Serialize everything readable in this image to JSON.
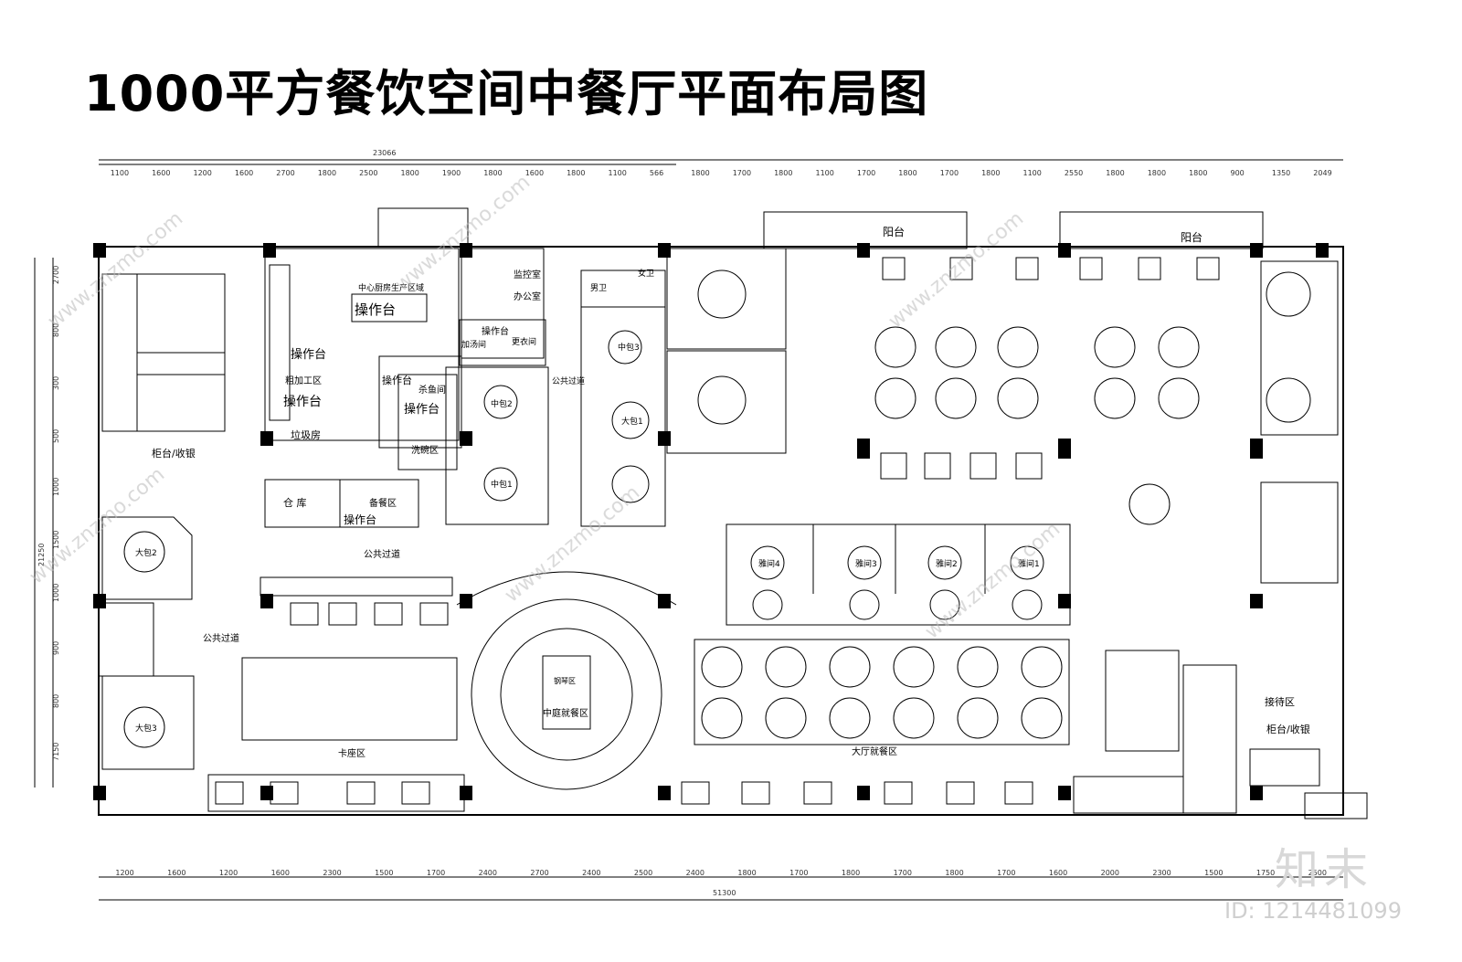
{
  "title": "1000平方餐饮空间中餐厅平面布局图",
  "dimensions": {
    "top_total": "23066",
    "top": [
      "1100",
      "1600",
      "1200",
      "1600",
      "2700",
      "1800",
      "2500",
      "1800",
      "1900",
      "1800",
      "1600",
      "1800",
      "1100",
      "566",
      "1800",
      "1700",
      "1800",
      "1100",
      "1700",
      "1800",
      "1700",
      "1800",
      "1100",
      "2550",
      "1800",
      "1800",
      "1800",
      "900",
      "1350",
      "2049"
    ],
    "left": [
      "2700",
      "800",
      "300",
      "500",
      "1000",
      "1500",
      "1000",
      "900",
      "800",
      "7150"
    ],
    "left_total": "21250",
    "bottom": [
      "1200",
      "1600",
      "1200",
      "1600",
      "2300",
      "1500",
      "1700",
      "2400",
      "2700",
      "2400",
      "2500",
      "2400",
      "1800",
      "1700",
      "1800",
      "1700",
      "1800",
      "1700",
      "1600",
      "2000",
      "2300",
      "1500",
      "1750",
      "2500"
    ],
    "bottom_total": "51300"
  },
  "rooms": {
    "kitchen": "中心厨房生产区域",
    "cook_counter_a": "操作台",
    "cook_counter_b": "操作台",
    "rough_work": "粗加工区",
    "rough_counter": "操作台",
    "garbage": "垃圾房",
    "soup_room": "加汤间",
    "soup_counter": "操作台",
    "change_room": "更衣间",
    "monitor": "监控室",
    "office": "办公室",
    "fish_room": "杀鱼间",
    "fish_counter": "操作台",
    "prep_counter": "操作台",
    "washing": "洗碗区",
    "warehouse": "仓 库",
    "serving_prep": "备餐区",
    "serving_counter": "操作台",
    "male_wc": "男卫",
    "female_wc": "女卫",
    "corridor_1": "公共过道",
    "corridor_2": "公共过道",
    "corridor_3": "公共过道",
    "pr1": "中包1",
    "pr2": "中包2",
    "pr3": "中包3",
    "big1": "大包1",
    "big2": "大包2",
    "big3": "大包3",
    "counter_left": "柜台/收银",
    "booth": "卡座区",
    "atrium": "中庭就餐区",
    "piano": "钢琴区",
    "hall": "大厅就餐区",
    "elegant1": "雅间1",
    "elegant2": "雅间2",
    "elegant3": "雅间3",
    "elegant4": "雅间4",
    "reception": "接待区",
    "counter_right": "柜台/收银",
    "balcony1": "阳台",
    "balcony2": "阳台"
  },
  "watermark": "www.znzmo.com",
  "logo": "知末",
  "image_id": "ID: 1214481099"
}
